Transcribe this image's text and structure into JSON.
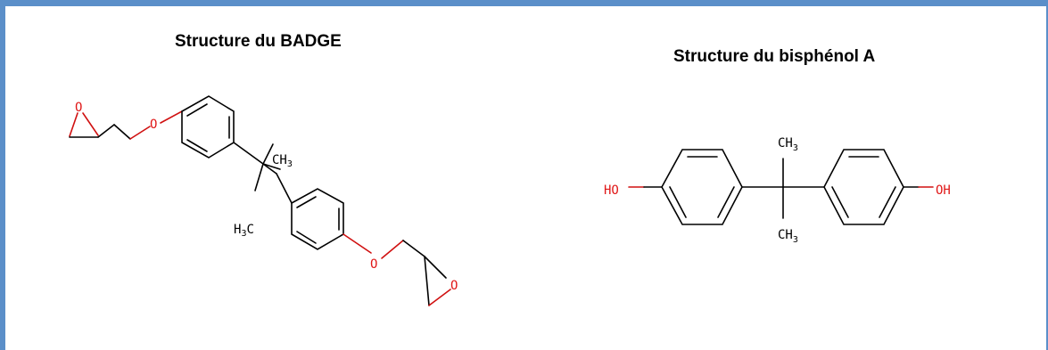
{
  "badge": {
    "title": "Structure du BADGE",
    "labels": {
      "o1": "O",
      "o2": "O",
      "o3": "O",
      "o4": "O",
      "ch3_top": "CH",
      "ch3_top_sub": "3",
      "h3c_h": "H",
      "h3c_sub": "3",
      "h3c_c": "C"
    }
  },
  "bpa": {
    "title": "Structure du bisphénol A",
    "labels": {
      "ho": "HO",
      "oh": "OH",
      "ch3_top": "CH",
      "ch3_top_sub": "3",
      "ch3_bot": "CH",
      "ch3_bot_sub": "3"
    }
  },
  "colors": {
    "frame": "#5b8fc9",
    "oxygen": "#e01818",
    "bond": "#000000"
  }
}
